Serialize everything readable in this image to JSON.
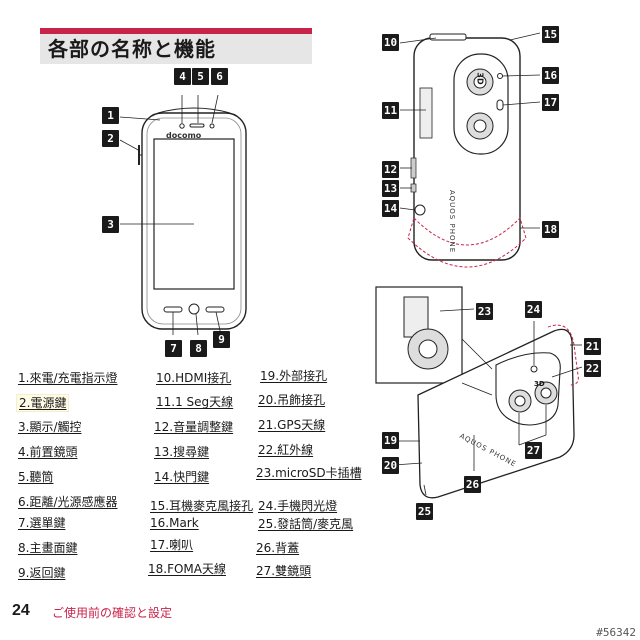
{
  "title": "各部の名称と機能",
  "footer": {
    "page_number": "24",
    "text": "ご使用前の確認と設定",
    "watermark": "#56342"
  },
  "brand": {
    "carrier": "docomo",
    "model": "AQUOS PHONE",
    "badge_3d": "3D"
  },
  "colors": {
    "accent": "#c8244a",
    "title_bg": "#e6e6e6"
  },
  "labels": [
    "1",
    "2",
    "3",
    "4",
    "5",
    "6",
    "7",
    "8",
    "9",
    "10",
    "11",
    "12",
    "13",
    "14",
    "15",
    "16",
    "17",
    "18",
    "19",
    "20",
    "21",
    "22",
    "23",
    "24",
    "25",
    "26",
    "27"
  ],
  "legend": [
    "1.來電/充電指示燈",
    "2.電源鍵",
    "3.顯示/觸控",
    "4.前置鏡頭",
    "5.聽筒",
    "6.距離/光源感應器",
    "7.選單鍵",
    "8.主畫面鍵",
    "9.返回鍵",
    "10.HDMI接孔",
    "11.1 Seg天線",
    "12.音量調整鍵",
    "13.搜尋鍵",
    "14.快門鍵",
    "15.耳機麥克風接孔",
    "16.Mark",
    "17.喇叭",
    "18.FOMA天線",
    "19.外部接孔",
    "20.吊飾接孔",
    "21.GPS天線",
    "22.紅外線",
    "23.microSD卡插槽",
    "24.手機閃光燈",
    "25.發話筒/麥克風",
    "26.背蓋",
    "27.雙鏡頭"
  ]
}
